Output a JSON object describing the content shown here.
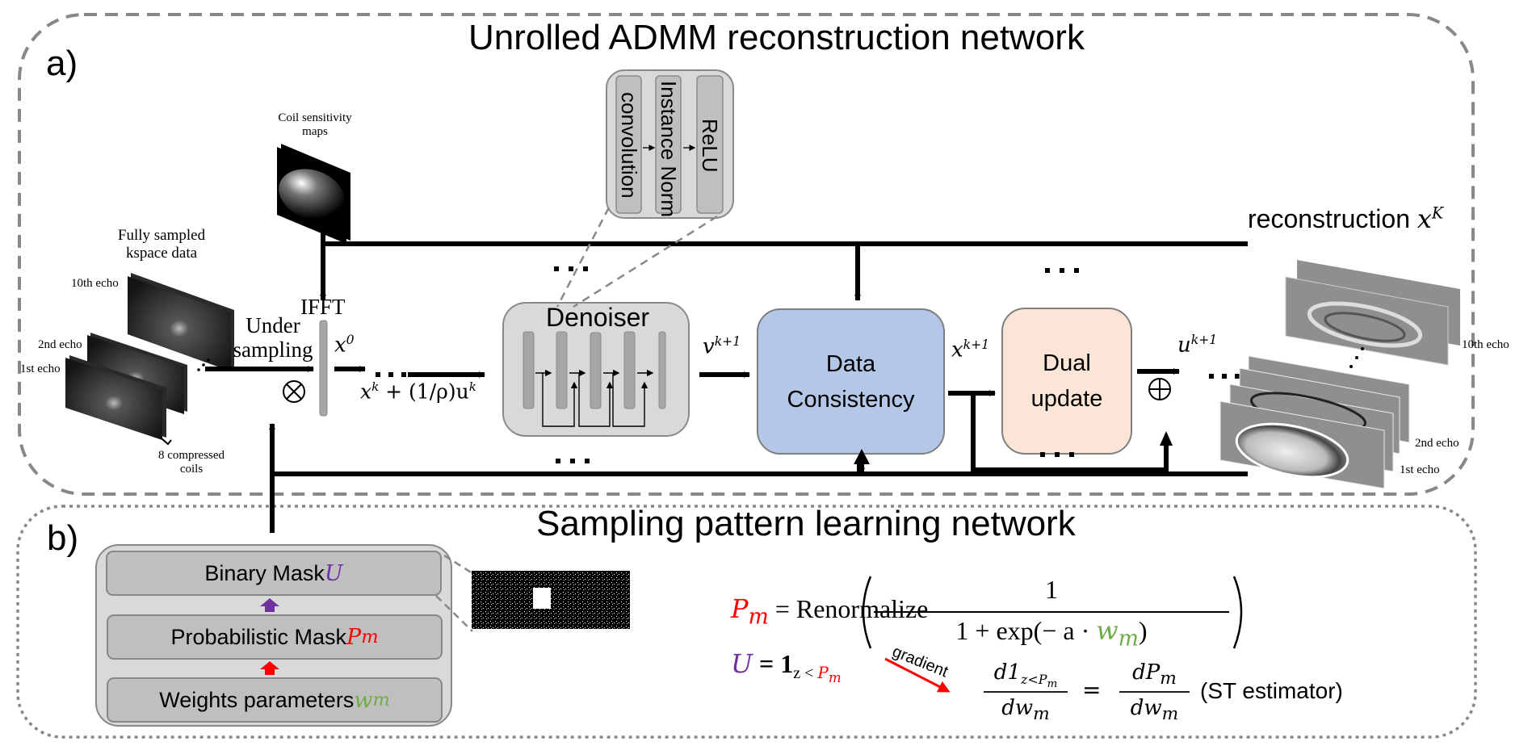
{
  "panel_a": {
    "letter": "a)",
    "title": "Unrolled ADMM reconstruction network",
    "coil_maps_label": "Coil sensitivity maps",
    "kspace_label": "Fully sampled kspace data",
    "echo_labels_input": [
      "10th echo",
      "2nd echo",
      "1st echo"
    ],
    "compressed_coils_label": "8 compressed coils",
    "under_sampling_label": "Under sampling",
    "ifft_label": "IFFT",
    "x0_label": "x",
    "x0_sup": "0",
    "input_expr": "x",
    "input_expr_sup": "k",
    "input_expr_rest": " + (1/ρ)u",
    "input_expr_rest_sup": "k",
    "denoiser_label": "Denoiser",
    "denoiser_detail": {
      "layers": [
        "convolution",
        "Instance Norm",
        "ReLU"
      ]
    },
    "v_label": "v",
    "v_sup": "k+1",
    "data_consistency_label": "Data Consistency",
    "x_next_label": "x",
    "x_next_sup": "k+1",
    "dual_update_label": "Dual update",
    "u_next_label": "u",
    "u_next_sup": "k+1",
    "reconstruction_label": "reconstruction ",
    "reconstruction_var": "x",
    "reconstruction_sup": "K",
    "echo_labels_output": [
      "10th echo",
      "2nd echo",
      "1st echo"
    ],
    "ellipsis": "• • •",
    "multiply_symbol": "⊗",
    "add_symbol": "⊕"
  },
  "panel_b": {
    "letter": "b)",
    "title": "Sampling pattern learning network",
    "layers": [
      {
        "label": "Binary Mask ",
        "var": "U",
        "sub": "",
        "color": "#7030a0"
      },
      {
        "label": "Probabilistic Mask ",
        "var": "P",
        "sub": "m",
        "color": "#ff0000"
      },
      {
        "label": "Weights parameters ",
        "var": "w",
        "sub": "m",
        "color": "#70ad47"
      }
    ],
    "arrow_colors": [
      "#7030a0",
      "#ff0000"
    ],
    "equation1": {
      "lhs_var": "P",
      "lhs_sub": "m",
      "equals": "=",
      "func": "Renormalize",
      "numerator": "1",
      "denominator_prefix": "1 + exp(− a · ",
      "denominator_var": "w",
      "denominator_sub": "m",
      "denominator_suffix": ")"
    },
    "equation2": {
      "lhs_var": "U",
      "rhs": "= 1",
      "rhs_sub_prefix": "z < ",
      "rhs_sub_var": "P",
      "rhs_sub_sub": "m",
      "gradient_label": "gradient",
      "frac1_num": "d1",
      "frac1_num_sub": "z<P",
      "frac1_num_subsub": "m",
      "frac1_den": "dw",
      "frac1_den_sub": "m",
      "equals": "=",
      "frac2_num": "dP",
      "frac2_num_sub": "m",
      "frac2_den": "dw",
      "frac2_den_sub": "m",
      "note": "(ST estimator)"
    }
  },
  "colors": {
    "data_consistency": "#b4c7e7",
    "dual_update": "#fbe5d6",
    "denoiser": "#d9d9d9",
    "layer_bar": "#a6a6a6",
    "border": "#7f7f7f",
    "purple": "#7030a0",
    "red": "#ff0000",
    "green": "#70ad47"
  }
}
